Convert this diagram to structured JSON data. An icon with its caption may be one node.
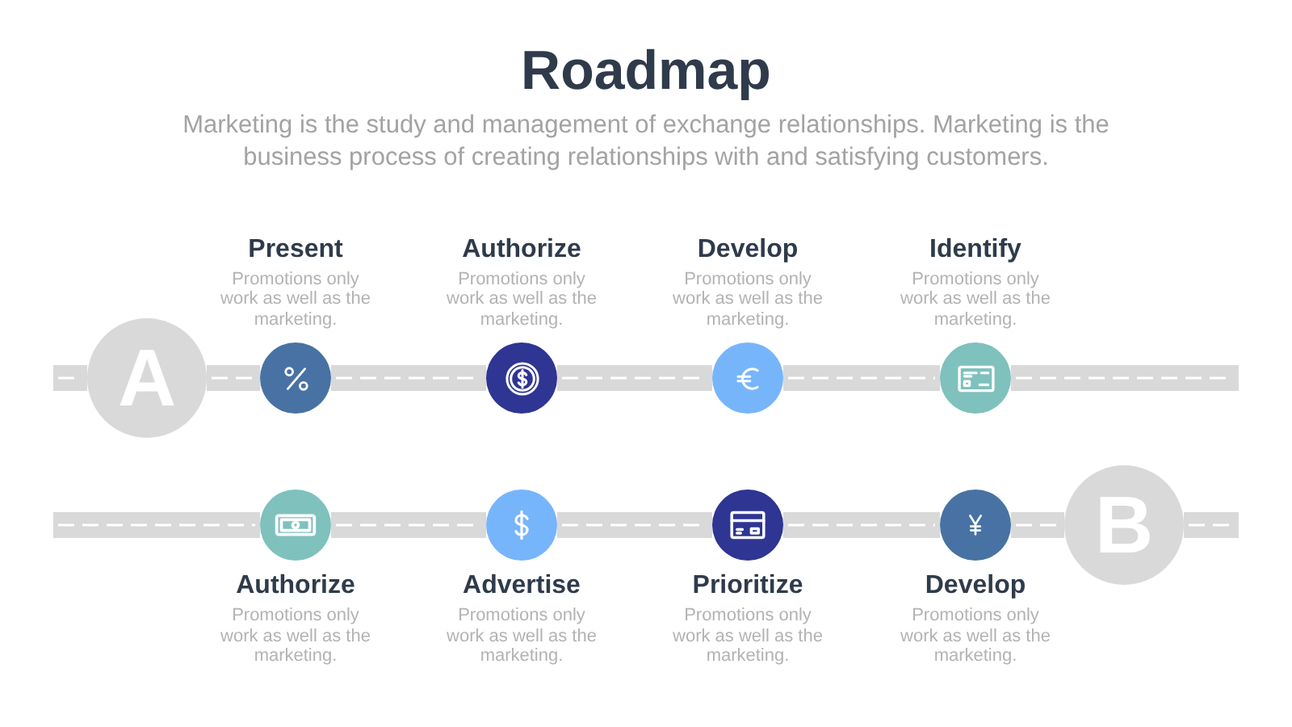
{
  "diagram": {
    "title": "Roadmap",
    "nodes": [
      {
        "text": [
          "A"
        ]
      },
      {
        "text": [],
        "shape": "circle",
        "beside": [
          "Present",
          "Promotions only work as well as the marketing."
        ]
      },
      {
        "text": [],
        "shape": "circle",
        "beside": [
          "Authorize",
          "Promotions only work as well as the marketing."
        ]
      },
      {
        "text": [],
        "shape": "circle",
        "beside": [
          "Develop",
          "Promotions only work as well as the marketing."
        ]
      },
      {
        "text": [],
        "shape": "circle",
        "beside": [
          "Identify",
          "Promotions only work as well as the marketing."
        ]
      },
      {
        "text": [],
        "shape": "circle",
        "beside": [
          "Authorize",
          "Promotions only work as well as the marketing."
        ]
      },
      {
        "text": [],
        "shape": "circle",
        "beside": [
          "Advertise",
          "Promotions only work as well as the marketing."
        ]
      },
      {
        "text": [],
        "shape": "circle",
        "beside": [
          "Prioritize",
          "Promotions only work as well as the marketing."
        ]
      },
      {
        "text": [],
        "shape": "circle",
        "beside": [
          "Develop",
          "Promotions only work as well as the marketing."
        ]
      },
      {
        "text": [
          "B"
        ]
      }
    ],
    "edges": [
      {
        "from": null,
        "to": 0,
        "arrow": "none"
      },
      {
        "from": 0,
        "to": 1,
        "arrow": "none"
      },
      {
        "from": 1,
        "to": 2,
        "arrow": "none"
      },
      {
        "from": 2,
        "to": 3,
        "arrow": "none"
      },
      {
        "from": 3,
        "to": 4,
        "arrow": "none"
      },
      {
        "from": 4,
        "to": null,
        "arrow": "none"
      },
      {
        "from": null,
        "to": 5,
        "arrow": "none"
      },
      {
        "from": 5,
        "to": 6,
        "arrow": "none"
      },
      {
        "from": 6,
        "to": 7,
        "arrow": "none"
      },
      {
        "from": 7,
        "to": 8,
        "arrow": "none"
      },
      {
        "from": 8,
        "to": 9,
        "arrow": "none"
      },
      {
        "from": 9,
        "to": null,
        "arrow": "none"
      }
    ],
    "labels": [
      "Marketing is the study and management of exchange relationships. Marketing is the business process of creating relationships with and satisfying customers."
    ]
  }
}
